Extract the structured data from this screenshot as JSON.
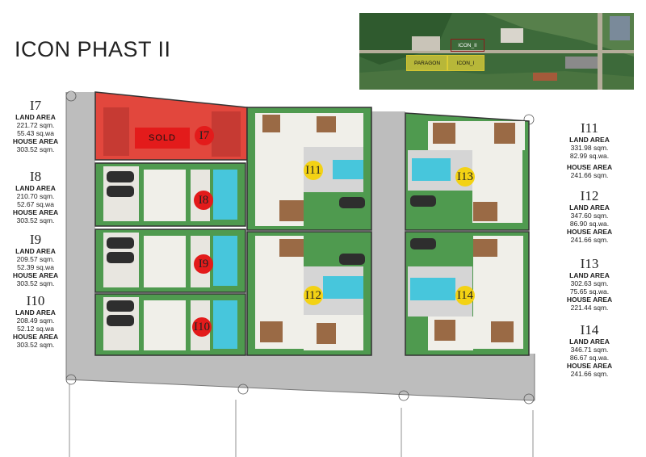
{
  "title": "ICON PHAST II",
  "satellite": {
    "labels": {
      "icon_ii": "ICON_II",
      "paragon": "PARAGON",
      "icon_i": "ICON_I"
    },
    "colors": {
      "icon_ii": "#8b1a1a",
      "paragon": "#e0d23a",
      "icon_i": "#e0d23a"
    }
  },
  "sold_label": "SOLD",
  "labels": {
    "land_area": "LAND AREA",
    "house_area": "HOUSE AREA"
  },
  "units": [
    {
      "id": "I7",
      "land_sqm": "221.72 sqm.",
      "land_sqwa": "55.43 sq.wa",
      "house": "303.52 sqm.",
      "status": "sold",
      "marker_color": "#e31b1b"
    },
    {
      "id": "I8",
      "land_sqm": "210.70 sqm.",
      "land_sqwa": "52.67 sq.wa",
      "house": "303.52 sqm.",
      "status": "available",
      "marker_color": "#e31b1b"
    },
    {
      "id": "I9",
      "land_sqm": "209.57 sqm.",
      "land_sqwa": "52.39 sq.wa",
      "house": "303.52 sqm.",
      "status": "available",
      "marker_color": "#e31b1b"
    },
    {
      "id": "I10",
      "land_sqm": "208.49 sqm.",
      "land_sqwa": "52.12 sq.wa",
      "house": "303.52 sqm.",
      "status": "available",
      "marker_color": "#e31b1b"
    },
    {
      "id": "I11",
      "land_sqm": "331.98 sqm.",
      "land_sqwa": "82.99 sq.wa.",
      "house": "241.66 sqm.",
      "status": "available",
      "marker_color": "#f3d214"
    },
    {
      "id": "I12",
      "land_sqm": "347.60 sqm.",
      "land_sqwa": "86.90 sq.wa.",
      "house": "241.66 sqm.",
      "status": "available",
      "marker_color": "#f3d214"
    },
    {
      "id": "I13",
      "land_sqm": "302.63 sqm.",
      "land_sqwa": "75.65 sq.wa.",
      "house": "221.44 sqm.",
      "status": "available",
      "marker_color": "#f3d214"
    },
    {
      "id": "I14",
      "land_sqm": "346.71 sqm.",
      "land_sqwa": "86.67 sq.wa.",
      "house": "241.66 sqm.",
      "status": "available",
      "marker_color": "#f3d214"
    }
  ],
  "colors": {
    "lot_green": "#4f9a4f",
    "lot_red": "#e2473d",
    "road": "#bdbdbd",
    "pool": "#47c6dc",
    "floor": "#f0efe9",
    "roof_wood": "#9a6a45",
    "marker_red": "#e31b1b",
    "marker_yellow": "#f3d214"
  }
}
